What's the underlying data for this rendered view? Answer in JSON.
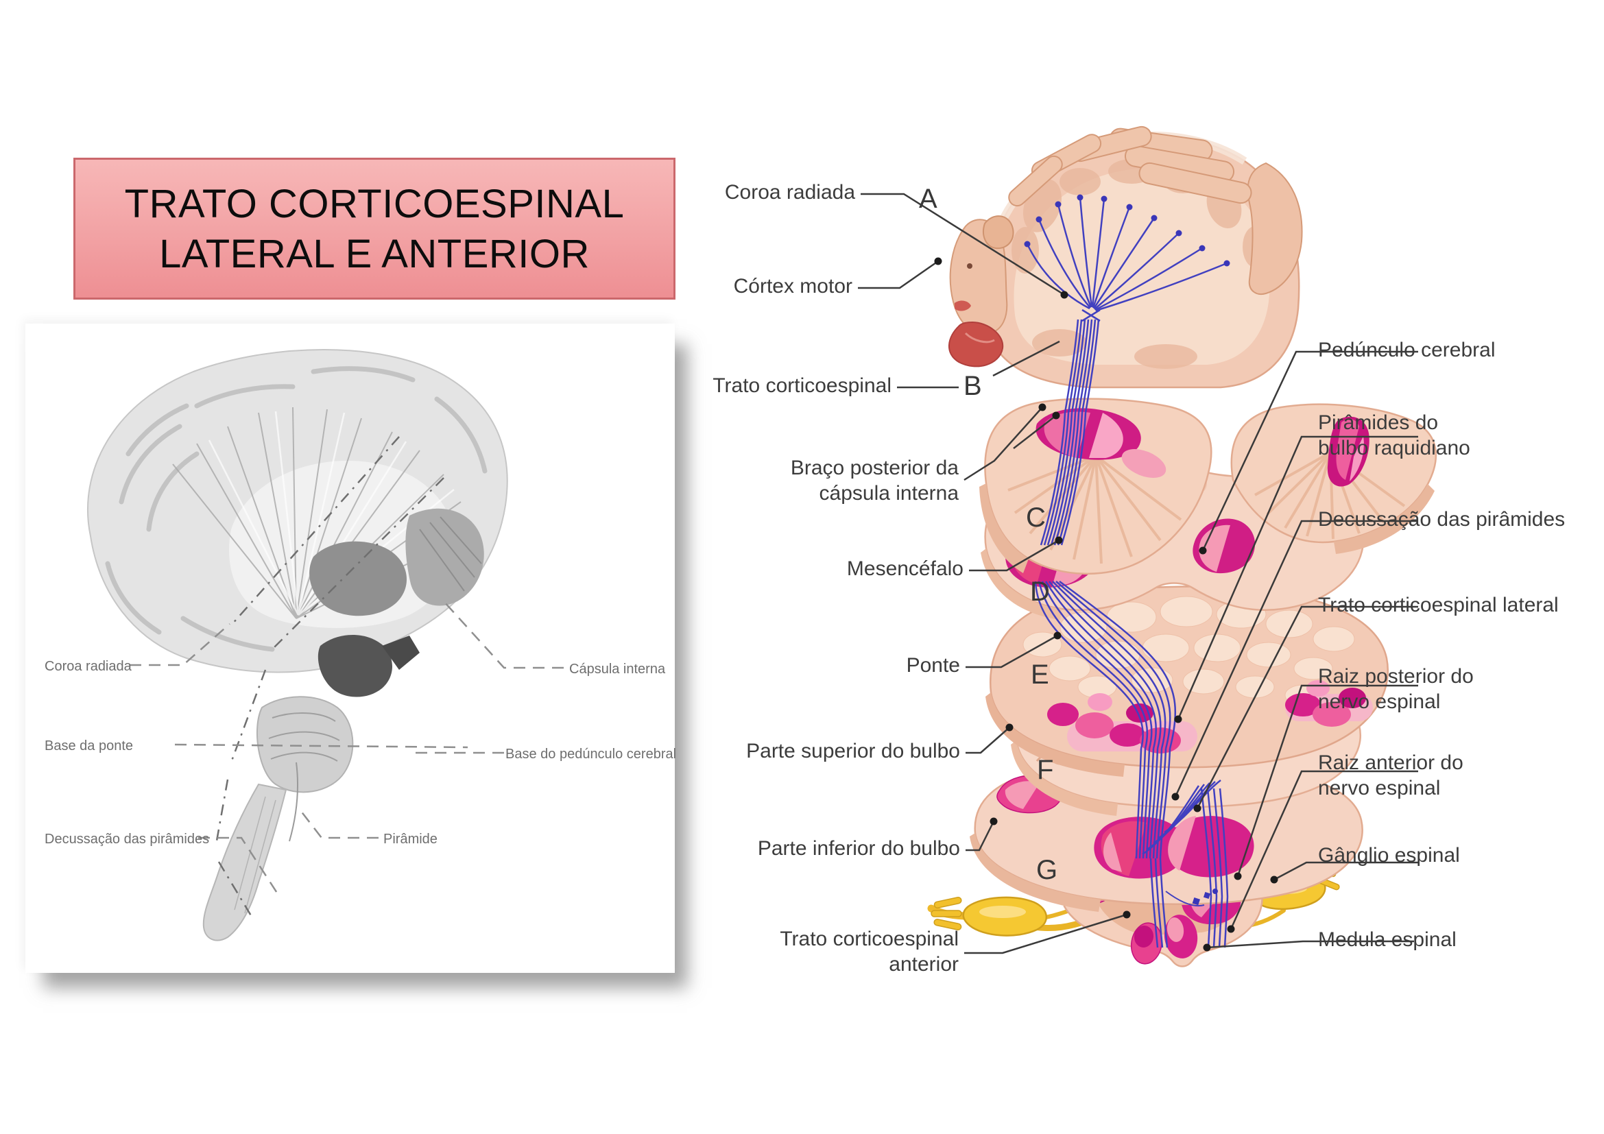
{
  "title": {
    "line1": "TRATO CORTICOESPINAL",
    "line2": "LATERAL E ANTERIOR"
  },
  "left_figure": {
    "labels": {
      "coroa_radiada": "Coroa radiada",
      "capsula_interna": "Cápsula interna",
      "base_da_ponte": "Base da ponte",
      "base_do_pedunculo_cerebral": "Base do pedúnculo cerebral",
      "decussacao_das_piramides": "Decussação das pirâmides",
      "piramide": "Pirâmide"
    }
  },
  "right_figure": {
    "letters": {
      "a": "A",
      "b": "B",
      "c": "C",
      "d": "D",
      "e": "E",
      "f": "F",
      "g": "G"
    },
    "left_labels": {
      "coroa_radiada": "Coroa radiada",
      "cortex_motor": "Córtex motor",
      "trato_corticoespinal": "Trato corticoespinal",
      "braco_posterior": "Braço posterior da\ncápsula interna",
      "mesencefalo": "Mesencéfalo",
      "ponte": "Ponte",
      "parte_superior_do_bulbo": "Parte superior do bulbo",
      "parte_inferior_do_bulbo": "Parte inferior do bulbo",
      "trato_corticoespinal_anterior": "Trato corticoespinal\nanterior"
    },
    "right_labels": {
      "pedunculo_cerebral": "Pedúnculo cerebral",
      "piramides_do_bulbo": "Pirâmides do\nbulbo raquidiano",
      "decussacao_das_piramides": "Decussação das pirâmides",
      "trato_corticoespinal_lateral": "Trato corticoespinal lateral",
      "raiz_posterior": "Raiz posterior do\nnervo espinal",
      "raiz_anterior": "Raiz anterior do\nnervo espinal",
      "ganglio_espinal": "Gânglio espinal",
      "medula_espinal": "Medula espinal"
    }
  },
  "colors": {
    "title_gradient_top": "#f7b7b7",
    "title_gradient_bottom": "#ee8f93",
    "title_border": "#cb686c",
    "fiber_blue": "#4140c0",
    "tract_magenta": "#d6218a",
    "tract_crimson": "#e8417f",
    "tract_pink_light": "#f59ab5",
    "nerve_yellow": "#f5c832",
    "slice_skin": "#f4cfba",
    "label_gray": "#3c3c3c",
    "left_label_gray": "#6e6e6e"
  }
}
